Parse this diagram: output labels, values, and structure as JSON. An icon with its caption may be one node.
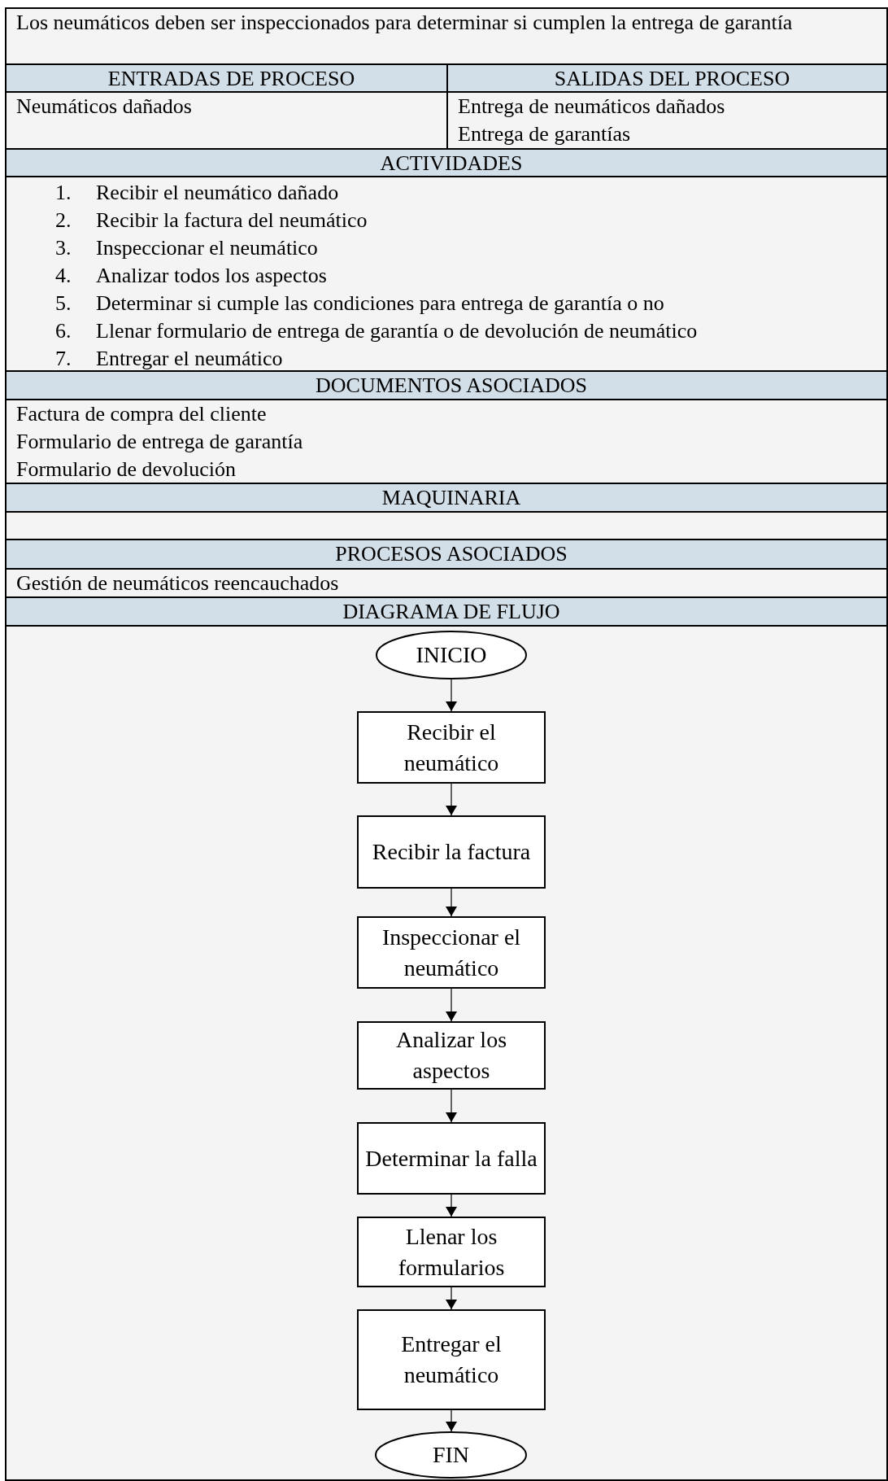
{
  "diagram": {
    "nodes": [
      {
        "text": [
          "INICIO"
        ]
      },
      {
        "text": [
          "Recibir el neumático"
        ]
      },
      {
        "text": [
          "Recibir la factura"
        ]
      },
      {
        "text": [
          "Inspeccionar el neumático"
        ]
      },
      {
        "text": [
          "Analizar los aspectos"
        ]
      },
      {
        "text": [
          "Determinar la falla"
        ]
      },
      {
        "text": [
          "Llenar los formularios"
        ]
      },
      {
        "text": [
          "Entregar el neumático"
        ]
      },
      {
        "text": [
          "FIN"
        ]
      }
    ],
    "edges": [
      {
        "from": 0,
        "to": 1,
        "arrow": "to"
      },
      {
        "from": 1,
        "to": 2,
        "arrow": "to"
      },
      {
        "from": 2,
        "to": 3,
        "arrow": "to"
      },
      {
        "from": 3,
        "to": 4,
        "arrow": "to"
      },
      {
        "from": 4,
        "to": 5,
        "arrow": "to"
      },
      {
        "from": 5,
        "to": 6,
        "arrow": "to"
      },
      {
        "from": 6,
        "to": 7,
        "arrow": "to"
      },
      {
        "from": 7,
        "to": 8,
        "arrow": "to"
      }
    ],
    "labels": [
      "Los neumáticos deben ser inspeccionados para determinar si cumplen la entrega de garantía",
      "ENTRADAS DE PROCESO",
      "SALIDAS DEL PROCESO",
      "Neumáticos dañados",
      "Entrega de neumáticos dañados",
      "Entrega de garantías",
      "ACTIVIDADES",
      "1. Recibir el neumático dañado",
      "2. Recibir la factura del neumático",
      "3. Inspeccionar el neumático",
      "4. Analizar todos los aspectos",
      "5. Determinar si cumple las condiciones para entrega de garantía o no",
      "6. Llenar formulario de entrega de garantía o de devolución de neumático",
      "7. Entregar el neumático",
      "DOCUMENTOS ASOCIADOS",
      "Factura de compra del cliente",
      "Formulario de entrega de garantía",
      "Formulario de devolución",
      "MAQUINARIA",
      "PROCESOS ASOCIADOS",
      "Gestión de neumáticos reencauchados",
      "DIAGRAMA DE FLUJO"
    ]
  }
}
